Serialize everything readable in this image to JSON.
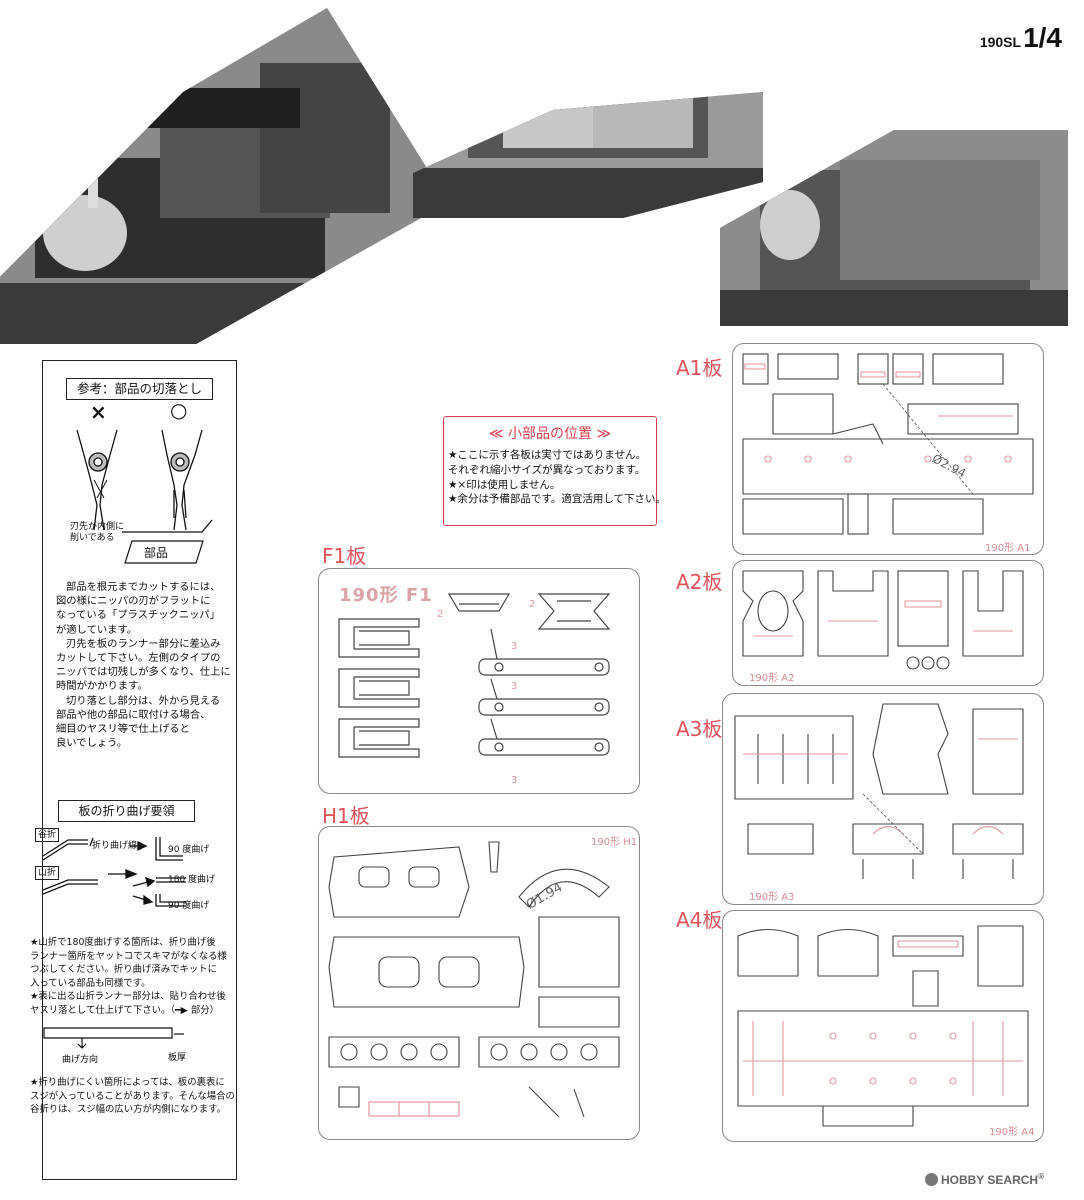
{
  "page_number": {
    "model": "190SL",
    "fraction": "1/4"
  },
  "photos": [
    {
      "name": "locomotive-photo-left"
    },
    {
      "name": "locomotive-photo-center"
    },
    {
      "name": "locomotive-photo-right"
    }
  ],
  "reference_box": {
    "title": "参考：部品の切落とし",
    "wrong_mark": "×",
    "right_mark": "○",
    "blade_note": [
      "刃先が内側に",
      "削いである"
    ],
    "part_label": "部品",
    "paragraph": [
      "部品を根元までカットするには、",
      "図の様にニッパの刃がフラットに",
      "なっている「プラスチックニッパ」",
      "が適しています。",
      "刃先を板のランナー部分に差込み",
      "カットして下さい。左側のタイプの",
      "ニッパでは切残しが多くなり、仕上に",
      "時間がかかります。",
      "切り落とし部分は、外から見える",
      "部品や他の部品に取付ける場合、",
      "細目のヤスリ等で仕上げると",
      "良いでしょう。"
    ]
  },
  "fold_box": {
    "title": "板の折り曲げ要領",
    "valley": "谷折",
    "mountain": "山折",
    "fold_line": "折り曲げ線",
    "bend90_a": "90 度曲げ",
    "bend180": "180 度曲げ",
    "bend90_b": "90 度曲げ",
    "notes1": [
      "★山折で180度曲げする箇所は、折り曲げ後",
      "ランナー箇所をヤットコでスキマがなくなる様",
      "つぶしてください。折り曲げ済みでキットに",
      "入っている部品も同様です。",
      "★表に出る山折ランナー部分は、貼り合わせ後",
      "ヤスリ落として仕上げて下さい。（━▶ 部分）"
    ],
    "bend_dir": "曲げ方向",
    "thickness": "板厚",
    "notes2": [
      "★折り曲げにくい箇所によっては、板の裏表に",
      "スジが入っていることがあります。そんな場合の",
      "谷折りは、スジ幅の広い方が内側になります。"
    ]
  },
  "small_parts": {
    "title": "≪ 小部品の位置 ≫",
    "lines": [
      "★ここに示す各板は実寸ではありません。",
      "それぞれ縮小サイズが異なっております。",
      "★×印は使用しません。",
      "★余分は予備部品です。適宜活用して下さい。"
    ]
  },
  "plates": {
    "a1": {
      "label": "A1板",
      "code": "190形 A1",
      "dim": "Ø2.94"
    },
    "a2": {
      "label": "A2板",
      "code": "190形 A2"
    },
    "a3": {
      "label": "A3板",
      "code": "190形 A3"
    },
    "a4": {
      "label": "A4板",
      "code": "190形 A4"
    },
    "f1": {
      "label": "F1板",
      "code": "190形 F1"
    },
    "h1": {
      "label": "H1板",
      "code": "190形 H1",
      "dim": "Ø1.94"
    }
  },
  "footer": {
    "logo": "HOBBY SEARCH",
    "reg": "®"
  },
  "colors": {
    "accent_red": "#d7424d",
    "plate_line": "#555555",
    "plate_pink": "#e09aa0"
  }
}
